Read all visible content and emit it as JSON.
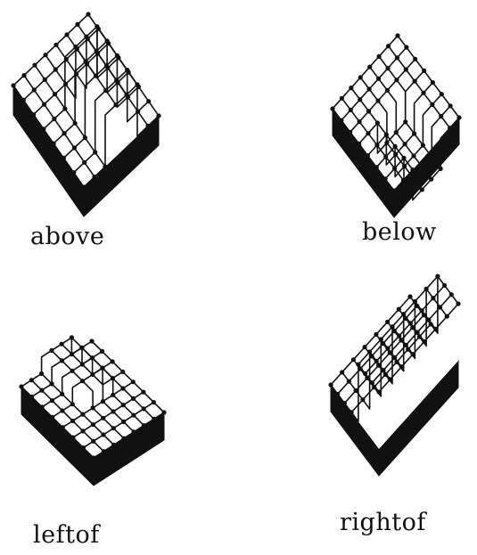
{
  "panels": [
    {
      "id": "above",
      "label": "above",
      "surface": "raised-block"
    },
    {
      "id": "below",
      "label": "below",
      "surface": "sunken-block"
    },
    {
      "id": "left-of",
      "label": "leftof",
      "surface": "left-step"
    },
    {
      "id": "right-of",
      "label": "rightof",
      "surface": "right-step"
    }
  ],
  "colors": {
    "ink": "#111111",
    "background": "#ffffff"
  }
}
